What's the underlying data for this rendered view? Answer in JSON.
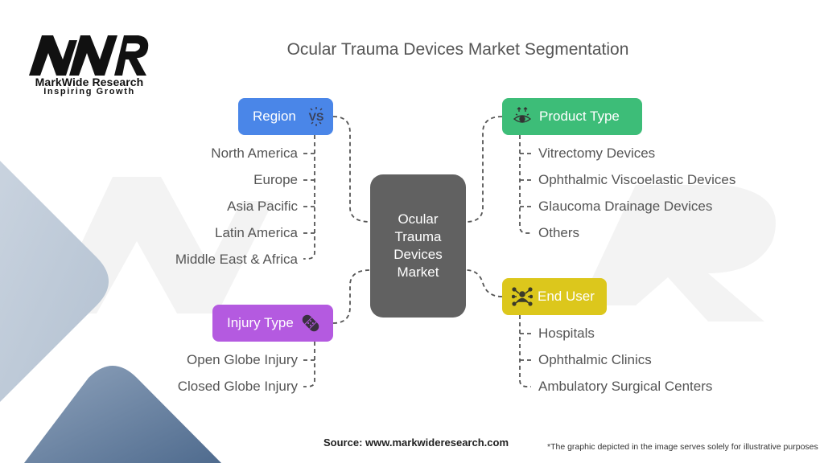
{
  "logo": {
    "mark": "MWR",
    "name": "MarkWide Research",
    "tagline": "Inspiring Growth"
  },
  "title": "Ocular Trauma Devices Market Segmentation",
  "center": {
    "label": "Ocular Trauma Devices Market",
    "color": "#616161"
  },
  "categories": {
    "region": {
      "label": "Region",
      "icon": "vs-icon",
      "color": "#4a86e8",
      "items": [
        "North America",
        "Europe",
        "Asia Pacific",
        "Latin America",
        "Middle East & Africa"
      ]
    },
    "product_type": {
      "label": "Product Type",
      "icon": "eye-icon",
      "color": "#3dbd78",
      "items": [
        "Vitrectomy Devices",
        "Ophthalmic Viscoelastic Devices",
        "Glaucoma Drainage Devices",
        "Others"
      ]
    },
    "injury_type": {
      "label": "Injury Type",
      "icon": "bandage-icon",
      "color": "#b45ae0",
      "items": [
        "Open Globe Injury",
        "Closed Globe Injury"
      ]
    },
    "end_user": {
      "label": "End User",
      "icon": "network-users-icon",
      "color": "#dcc71c",
      "items": [
        "Hospitals",
        "Ophthalmic Clinics",
        "Ambulatory Surgical Centers"
      ]
    }
  },
  "footer": {
    "source": "Source: www.markwideresearch.com",
    "disclaimer": "*The graphic depicted in the image serves solely for illustrative purposes"
  }
}
